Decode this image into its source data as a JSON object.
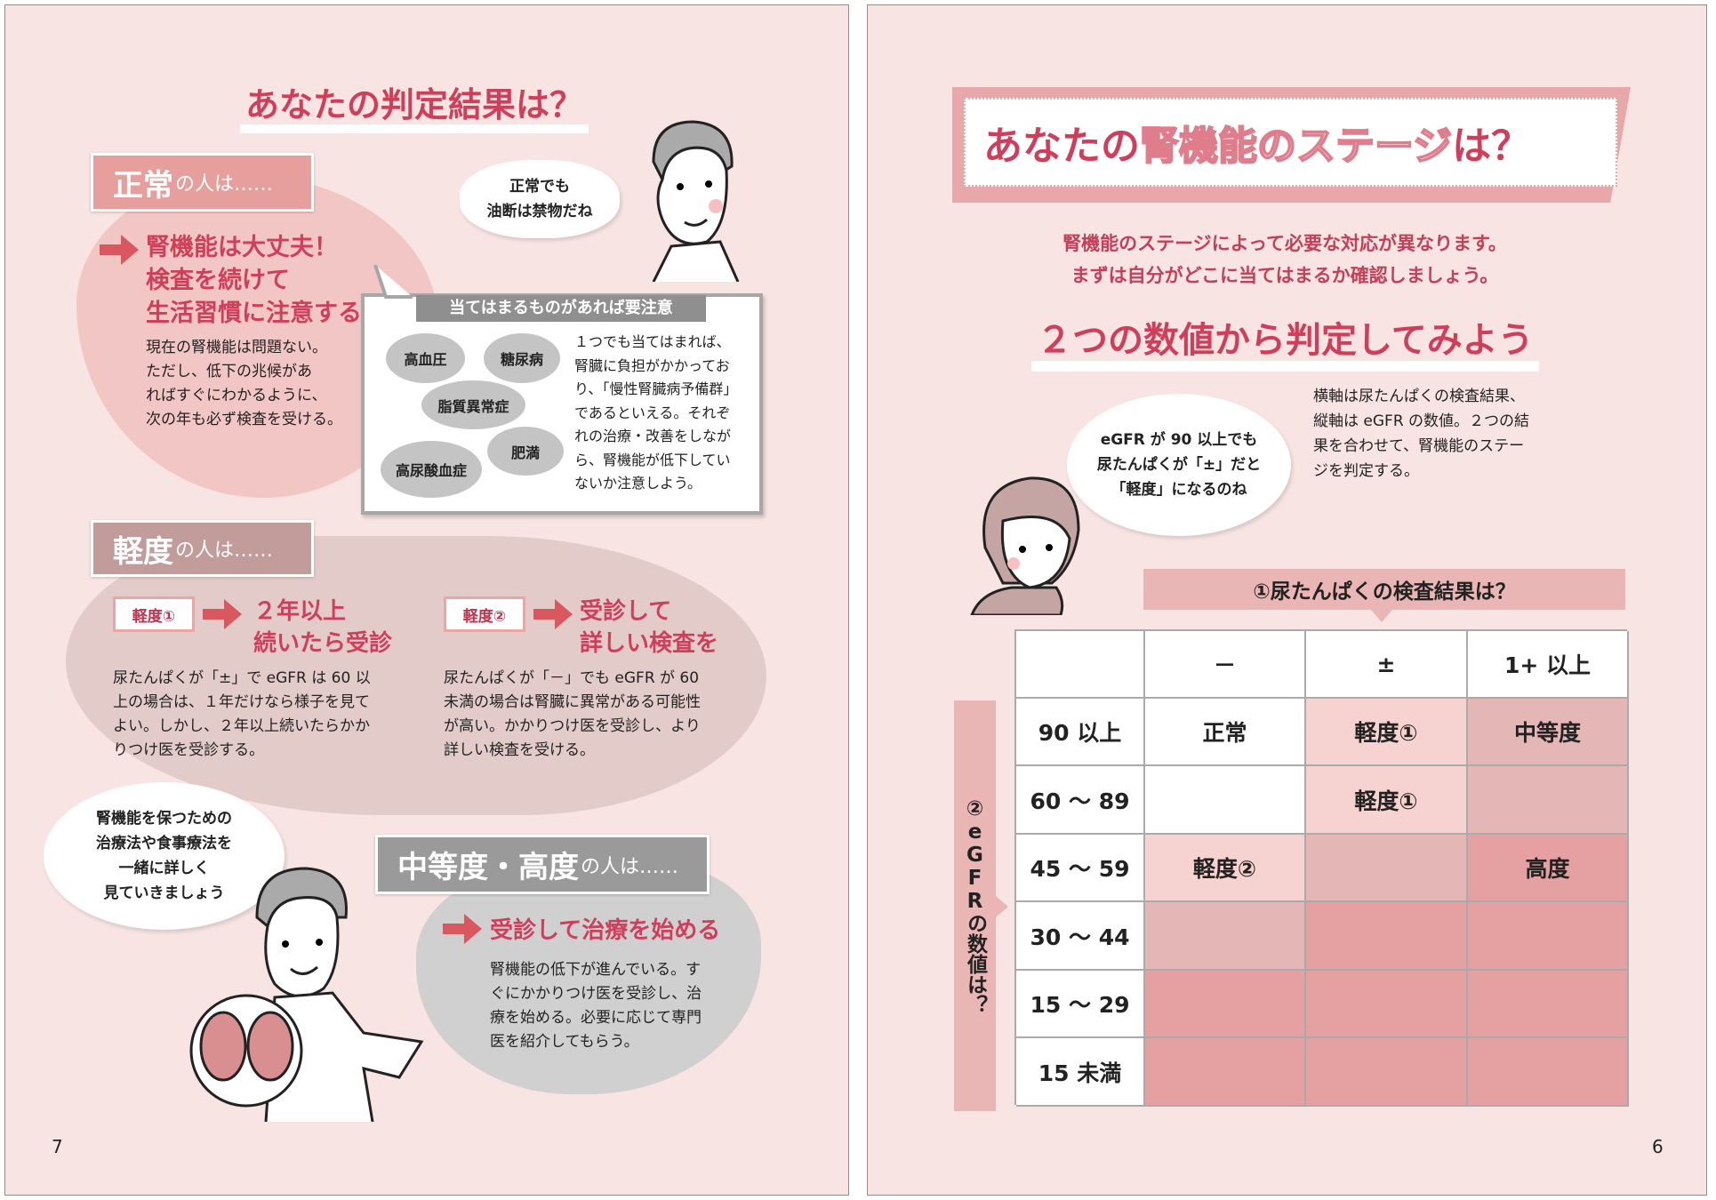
{
  "left_page": {
    "title": "あなたの判定結果は？",
    "page_number": "7",
    "normal": {
      "header_main": "正常",
      "header_suffix": "の人は……",
      "headline": [
        "腎機能は大丈夫！",
        "検査を続けて",
        "生活習慣に注意する"
      ],
      "body": [
        "現在の腎機能は問題ない。",
        "ただし、低下の兆候があ",
        "ればすぐにわかるように、",
        "次の年も必ず検査を受ける。"
      ]
    },
    "man_bubble": [
      "正常でも",
      "油断は禁物だね"
    ],
    "caution_box": {
      "title": "当てはまるものがあれば要注意",
      "conditions": [
        "高血圧",
        "糖尿病",
        "脂質異常症",
        "肥満",
        "高尿酸血症"
      ],
      "body": [
        "１つでも当てはまれば、",
        "腎臓に負担がかかってお",
        "り、「慢性腎臓病予備群」",
        "であるといえる。それぞ",
        "れの治療・改善をしなが",
        "ら、腎機能が低下してい",
        "ないか注意しよう。"
      ]
    },
    "mild": {
      "header_main": "軽度",
      "header_suffix": "の人は……",
      "items": [
        {
          "badge": "軽度①",
          "headline": [
            "２年以上",
            "続いたら受診"
          ],
          "body": [
            "尿たんぱくが「±」で eGFR は 60 以",
            "上の場合は、１年だけなら様子を見て",
            "よい。しかし、２年以上続いたらかか",
            "りつけ医を受診する。"
          ]
        },
        {
          "badge": "軽度②",
          "headline": [
            "受診して",
            "詳しい検査を"
          ],
          "body": [
            "尿たんぱくが「－」でも eGFR が 60",
            "未満の場合は腎臓に異常がある可能性",
            "が高い。かかりつけ医を受診し、より",
            "詳しい検査を受ける。"
          ]
        }
      ]
    },
    "doctor_bubble": [
      "腎機能を保つための",
      "治療法や食事療法を",
      "一緒に詳しく",
      "見ていきましょう"
    ],
    "severe": {
      "header_main": "中等度・高度",
      "header_suffix": "の人は……",
      "headline": "受診して治療を始める",
      "body": [
        "腎機能の低下が進んでいる。す",
        "ぐにかかりつけ医を受診し、治",
        "療を始める。必要に応じて専門",
        "医を紹介してもらう。"
      ]
    }
  },
  "right_page": {
    "title_pre": "あなたの",
    "title_highlight": "腎機能のステージ",
    "title_post": "は？",
    "page_number": "6",
    "intro": [
      "腎機能のステージによって必要な対応が異なります。",
      "まずは自分がどこに当てはまるか確認しましょう。"
    ],
    "subtitle": "２つの数値から判定してみよう",
    "note": [
      "横軸は尿たんぱくの検査結果、",
      "縦軸は eGFR の数値。２つの結",
      "果を合わせて、腎機能のステー",
      "ジを判定する。"
    ],
    "woman_bubble": [
      "eGFR が 90 以上でも",
      "尿たんぱくが「±」だと",
      "「軽度」になるのね"
    ],
    "table": {
      "column_axis_label": "①尿たんぱくの検査結果は？",
      "row_axis_label": "②eGFRの数値は？",
      "columns": [
        "－",
        "±",
        "1+ 以上"
      ],
      "rows": [
        {
          "label": "90 以上",
          "cells": [
            "正常",
            "軽度①",
            "中等度"
          ],
          "colors": [
            "#ffffff",
            "#f6d2d0",
            "#e4b6b6"
          ]
        },
        {
          "label": "60 ～ 89",
          "cells": [
            "",
            "軽度①",
            ""
          ],
          "colors": [
            "#ffffff",
            "#f6d2d0",
            "#e4b6b6"
          ]
        },
        {
          "label": "45 ～ 59",
          "cells": [
            "軽度②",
            "",
            "高度"
          ],
          "colors": [
            "#f6d2d0",
            "#e4b6b6",
            "#e5a1a1"
          ]
        },
        {
          "label": "30 ～ 44",
          "cells": [
            "",
            "",
            ""
          ],
          "colors": [
            "#e4b6b6",
            "#e5a1a1",
            "#e5a1a1"
          ]
        },
        {
          "label": "15 ～ 29",
          "cells": [
            "",
            "",
            ""
          ],
          "colors": [
            "#e5a1a1",
            "#e5a1a1",
            "#e5a1a1"
          ]
        },
        {
          "label": "15 未満",
          "cells": [
            "",
            "",
            ""
          ],
          "colors": [
            "#e5a1a1",
            "#e5a1a1",
            "#e5a1a1"
          ]
        }
      ]
    }
  },
  "colors": {
    "accent_red": "#cf3f5b",
    "page_bg": "#f8e4e2",
    "normal_header": "#e79f9d",
    "mild_header": "#c29b9b",
    "severe_header": "#9a9a9a"
  }
}
